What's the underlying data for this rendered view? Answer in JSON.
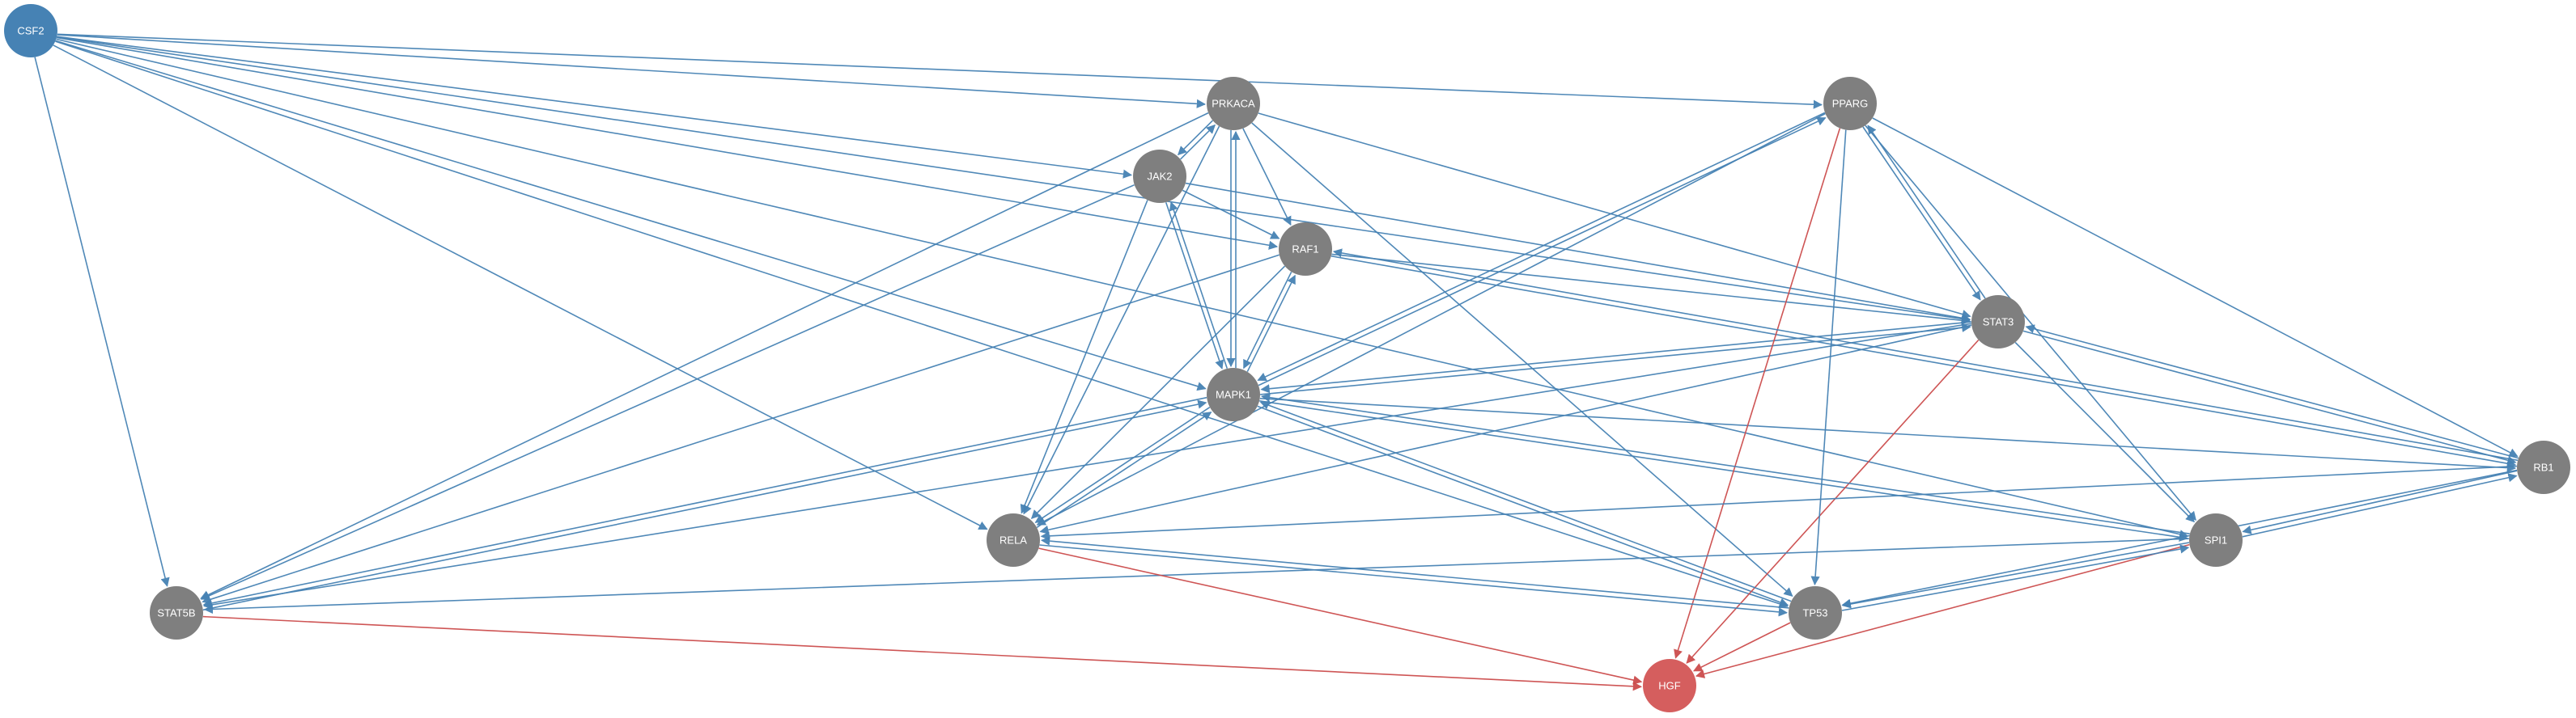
{
  "colors": {
    "source_node": "#4682b4",
    "target_node": "#d55e5e",
    "default_node": "#7f7f7f",
    "edge_default": "#4682b4",
    "edge_target": "#cc4c4c"
  },
  "graph": {
    "nodes": [
      {
        "id": "CSF2",
        "label": "CSF2",
        "role": "source"
      },
      {
        "id": "PRKACA",
        "label": "PRKACA",
        "role": "default"
      },
      {
        "id": "PPARG",
        "label": "PPARG",
        "role": "default"
      },
      {
        "id": "JAK2",
        "label": "JAK2",
        "role": "default"
      },
      {
        "id": "RAF1",
        "label": "RAF1",
        "role": "default"
      },
      {
        "id": "STAT3",
        "label": "STAT3",
        "role": "default"
      },
      {
        "id": "MAPK1",
        "label": "MAPK1",
        "role": "default"
      },
      {
        "id": "RB1",
        "label": "RB1",
        "role": "default"
      },
      {
        "id": "RELA",
        "label": "RELA",
        "role": "default"
      },
      {
        "id": "SPI1",
        "label": "SPI1",
        "role": "default"
      },
      {
        "id": "STAT5B",
        "label": "STAT5B",
        "role": "default"
      },
      {
        "id": "TP53",
        "label": "TP53",
        "role": "default"
      },
      {
        "id": "HGF",
        "label": "HGF",
        "role": "target"
      }
    ],
    "edges": [
      {
        "from": "CSF2",
        "to": "STAT5B"
      },
      {
        "from": "CSF2",
        "to": "RELA"
      },
      {
        "from": "CSF2",
        "to": "MAPK1"
      },
      {
        "from": "CSF2",
        "to": "JAK2"
      },
      {
        "from": "CSF2",
        "to": "PRKACA"
      },
      {
        "from": "CSF2",
        "to": "PPARG"
      },
      {
        "from": "CSF2",
        "to": "STAT3"
      },
      {
        "from": "CSF2",
        "to": "RAF1"
      },
      {
        "from": "CSF2",
        "to": "SPI1"
      },
      {
        "from": "CSF2",
        "to": "TP53"
      },
      {
        "from": "PRKACA",
        "to": "JAK2"
      },
      {
        "from": "PRKACA",
        "to": "RAF1"
      },
      {
        "from": "PRKACA",
        "to": "STAT3"
      },
      {
        "from": "PRKACA",
        "to": "MAPK1"
      },
      {
        "from": "PRKACA",
        "to": "RELA"
      },
      {
        "from": "PRKACA",
        "to": "TP53"
      },
      {
        "from": "PRKACA",
        "to": "STAT5B"
      },
      {
        "from": "JAK2",
        "to": "PRKACA"
      },
      {
        "from": "JAK2",
        "to": "RAF1"
      },
      {
        "from": "JAK2",
        "to": "STAT3"
      },
      {
        "from": "JAK2",
        "to": "MAPK1"
      },
      {
        "from": "JAK2",
        "to": "RELA"
      },
      {
        "from": "JAK2",
        "to": "STAT5B"
      },
      {
        "from": "RAF1",
        "to": "MAPK1"
      },
      {
        "from": "RAF1",
        "to": "STAT3"
      },
      {
        "from": "RAF1",
        "to": "RB1"
      },
      {
        "from": "RAF1",
        "to": "RELA"
      },
      {
        "from": "RAF1",
        "to": "STAT5B"
      },
      {
        "from": "MAPK1",
        "to": "JAK2"
      },
      {
        "from": "MAPK1",
        "to": "PRKACA"
      },
      {
        "from": "MAPK1",
        "to": "RAF1"
      },
      {
        "from": "MAPK1",
        "to": "PPARG"
      },
      {
        "from": "MAPK1",
        "to": "STAT3"
      },
      {
        "from": "MAPK1",
        "to": "RELA"
      },
      {
        "from": "MAPK1",
        "to": "STAT5B"
      },
      {
        "from": "MAPK1",
        "to": "TP53"
      },
      {
        "from": "MAPK1",
        "to": "RB1"
      },
      {
        "from": "MAPK1",
        "to": "SPI1"
      },
      {
        "from": "STAT3",
        "to": "MAPK1"
      },
      {
        "from": "STAT3",
        "to": "PPARG"
      },
      {
        "from": "STAT3",
        "to": "RELA"
      },
      {
        "from": "STAT3",
        "to": "STAT5B"
      },
      {
        "from": "STAT3",
        "to": "RB1"
      },
      {
        "from": "STAT3",
        "to": "SPI1"
      },
      {
        "from": "STAT3",
        "to": "HGF"
      },
      {
        "from": "PPARG",
        "to": "STAT3"
      },
      {
        "from": "PPARG",
        "to": "MAPK1"
      },
      {
        "from": "PPARG",
        "to": "RELA"
      },
      {
        "from": "PPARG",
        "to": "RB1"
      },
      {
        "from": "PPARG",
        "to": "SPI1"
      },
      {
        "from": "PPARG",
        "to": "TP53"
      },
      {
        "from": "PPARG",
        "to": "HGF"
      },
      {
        "from": "RB1",
        "to": "STAT3"
      },
      {
        "from": "RB1",
        "to": "RAF1"
      },
      {
        "from": "RB1",
        "to": "RELA"
      },
      {
        "from": "RB1",
        "to": "SPI1"
      },
      {
        "from": "RB1",
        "to": "TP53"
      },
      {
        "from": "SPI1",
        "to": "RB1"
      },
      {
        "from": "SPI1",
        "to": "MAPK1"
      },
      {
        "from": "SPI1",
        "to": "TP53"
      },
      {
        "from": "SPI1",
        "to": "STAT5B"
      },
      {
        "from": "SPI1",
        "to": "HGF"
      },
      {
        "from": "RELA",
        "to": "MAPK1"
      },
      {
        "from": "RELA",
        "to": "TP53"
      },
      {
        "from": "RELA",
        "to": "HGF"
      },
      {
        "from": "TP53",
        "to": "MAPK1"
      },
      {
        "from": "TP53",
        "to": "RELA"
      },
      {
        "from": "TP53",
        "to": "SPI1"
      },
      {
        "from": "TP53",
        "to": "HGF"
      },
      {
        "from": "STAT5B",
        "to": "HGF"
      },
      {
        "from": "STAT5B",
        "to": "MAPK1"
      }
    ]
  }
}
